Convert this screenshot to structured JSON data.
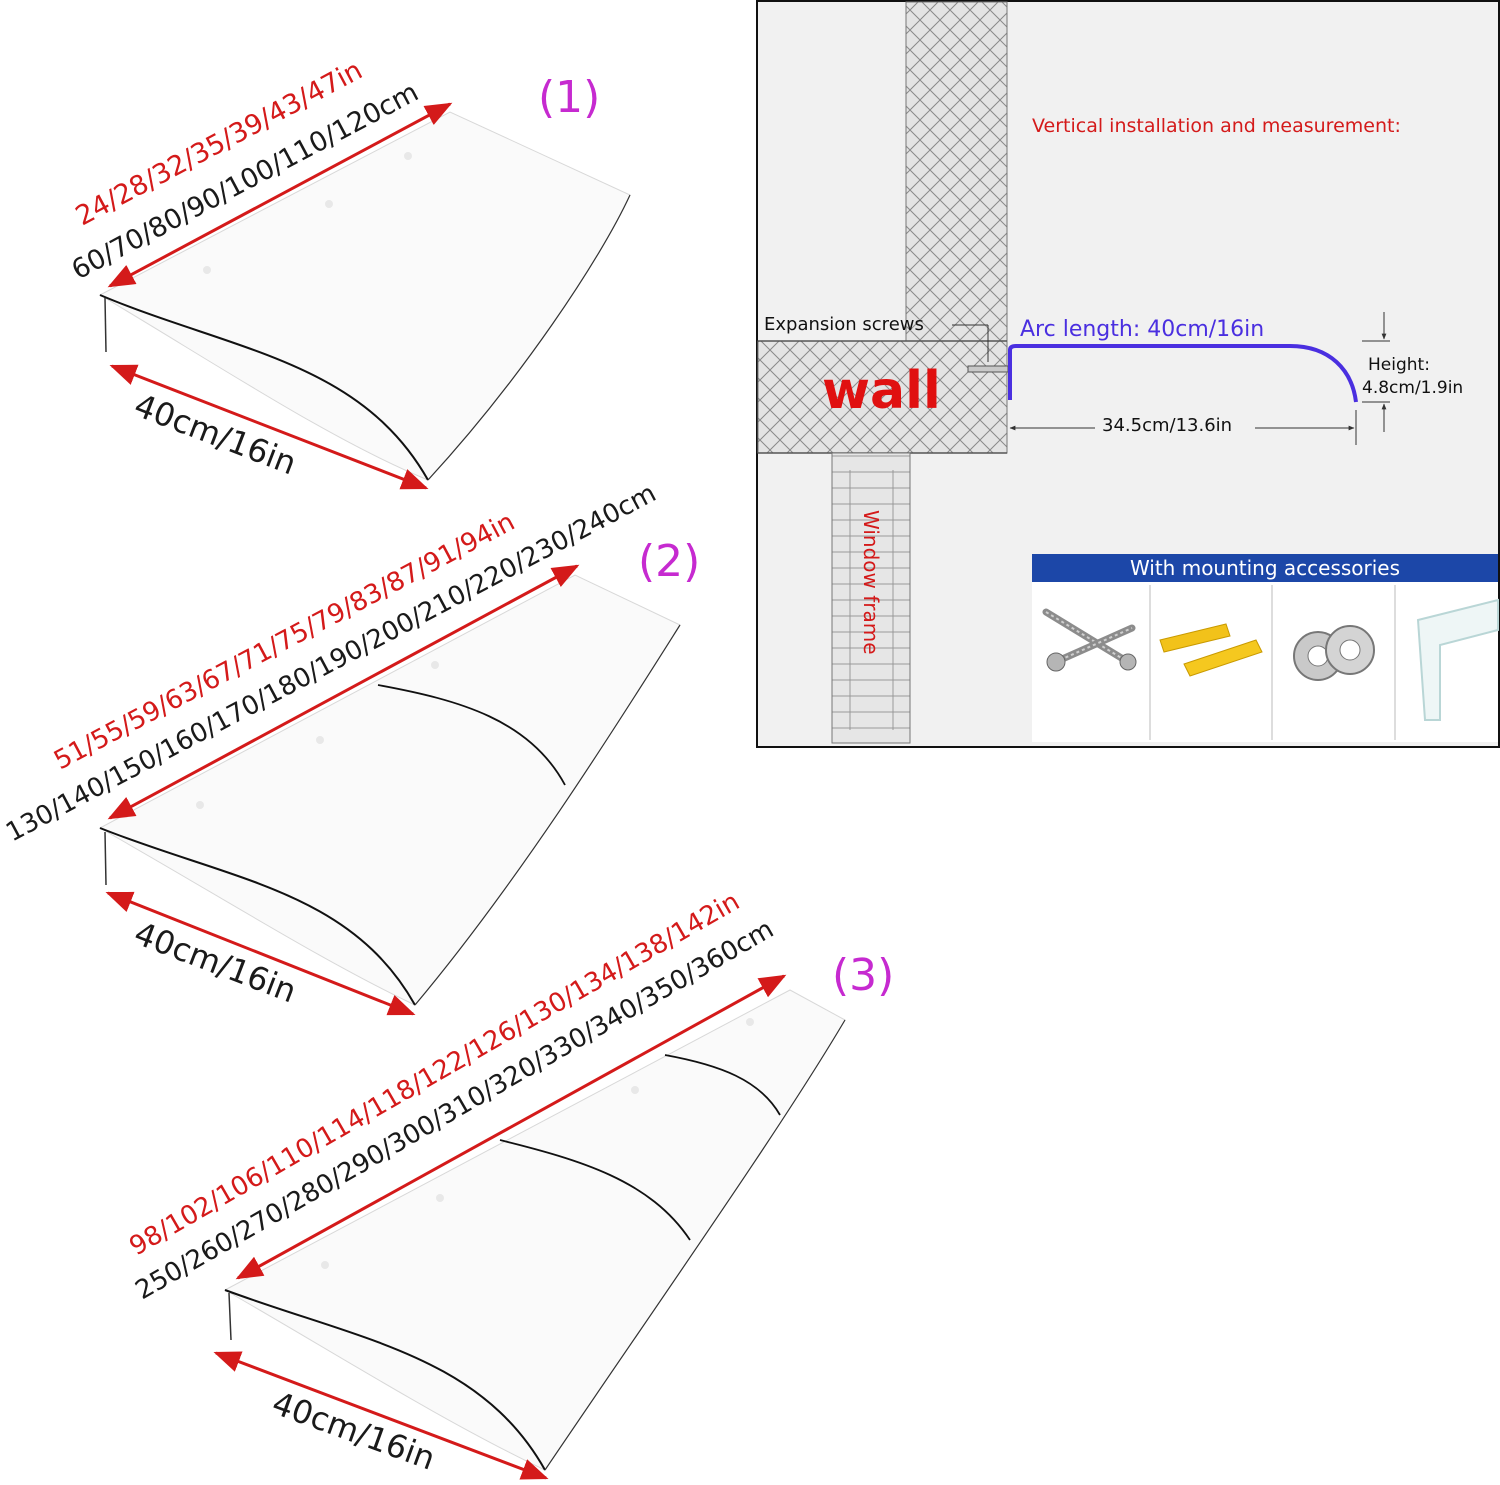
{
  "variants": [
    {
      "number": "(1)",
      "inch_sizes": "24/28/32/35/39/43/47in",
      "cm_sizes": "60/70/80/90/100/110/120cm",
      "depth": "40cm/16in"
    },
    {
      "number": "(2)",
      "inch_sizes": "51/55/59/63/67/71/75/79/83/87/91/94in",
      "cm_sizes": "130/140/150/160/170/180/190/200/210/220/230/240cm",
      "depth": "40cm/16in"
    },
    {
      "number": "(3)",
      "inch_sizes": "98/102/106/110/114/118/122/126/130/134/138/142in",
      "cm_sizes": "250/260/270/280/290/300/310/320/330/340/350/360cm",
      "depth": "40cm/16in"
    }
  ],
  "install": {
    "title": "Vertical installation and measurement:",
    "expansion_screws": "Expansion screws",
    "wall": "wall",
    "arc_length": "Arc length: 40cm/16in",
    "height_label": "Height:",
    "height_value": "4.8cm/1.9in",
    "horizontal": "34.5cm/13.6in",
    "window_frame": "Window frame",
    "accessories_banner": "With mounting accessories",
    "accessories": [
      "self-drilling-screws",
      "plastic-wall-anchors",
      "metal-washers",
      "acrylic-end-cap"
    ]
  },
  "colors": {
    "red": "#d41a1a",
    "purple": "#c62ad0",
    "blue_arc": "#4a2fe0",
    "banner": "#1c47a8"
  }
}
